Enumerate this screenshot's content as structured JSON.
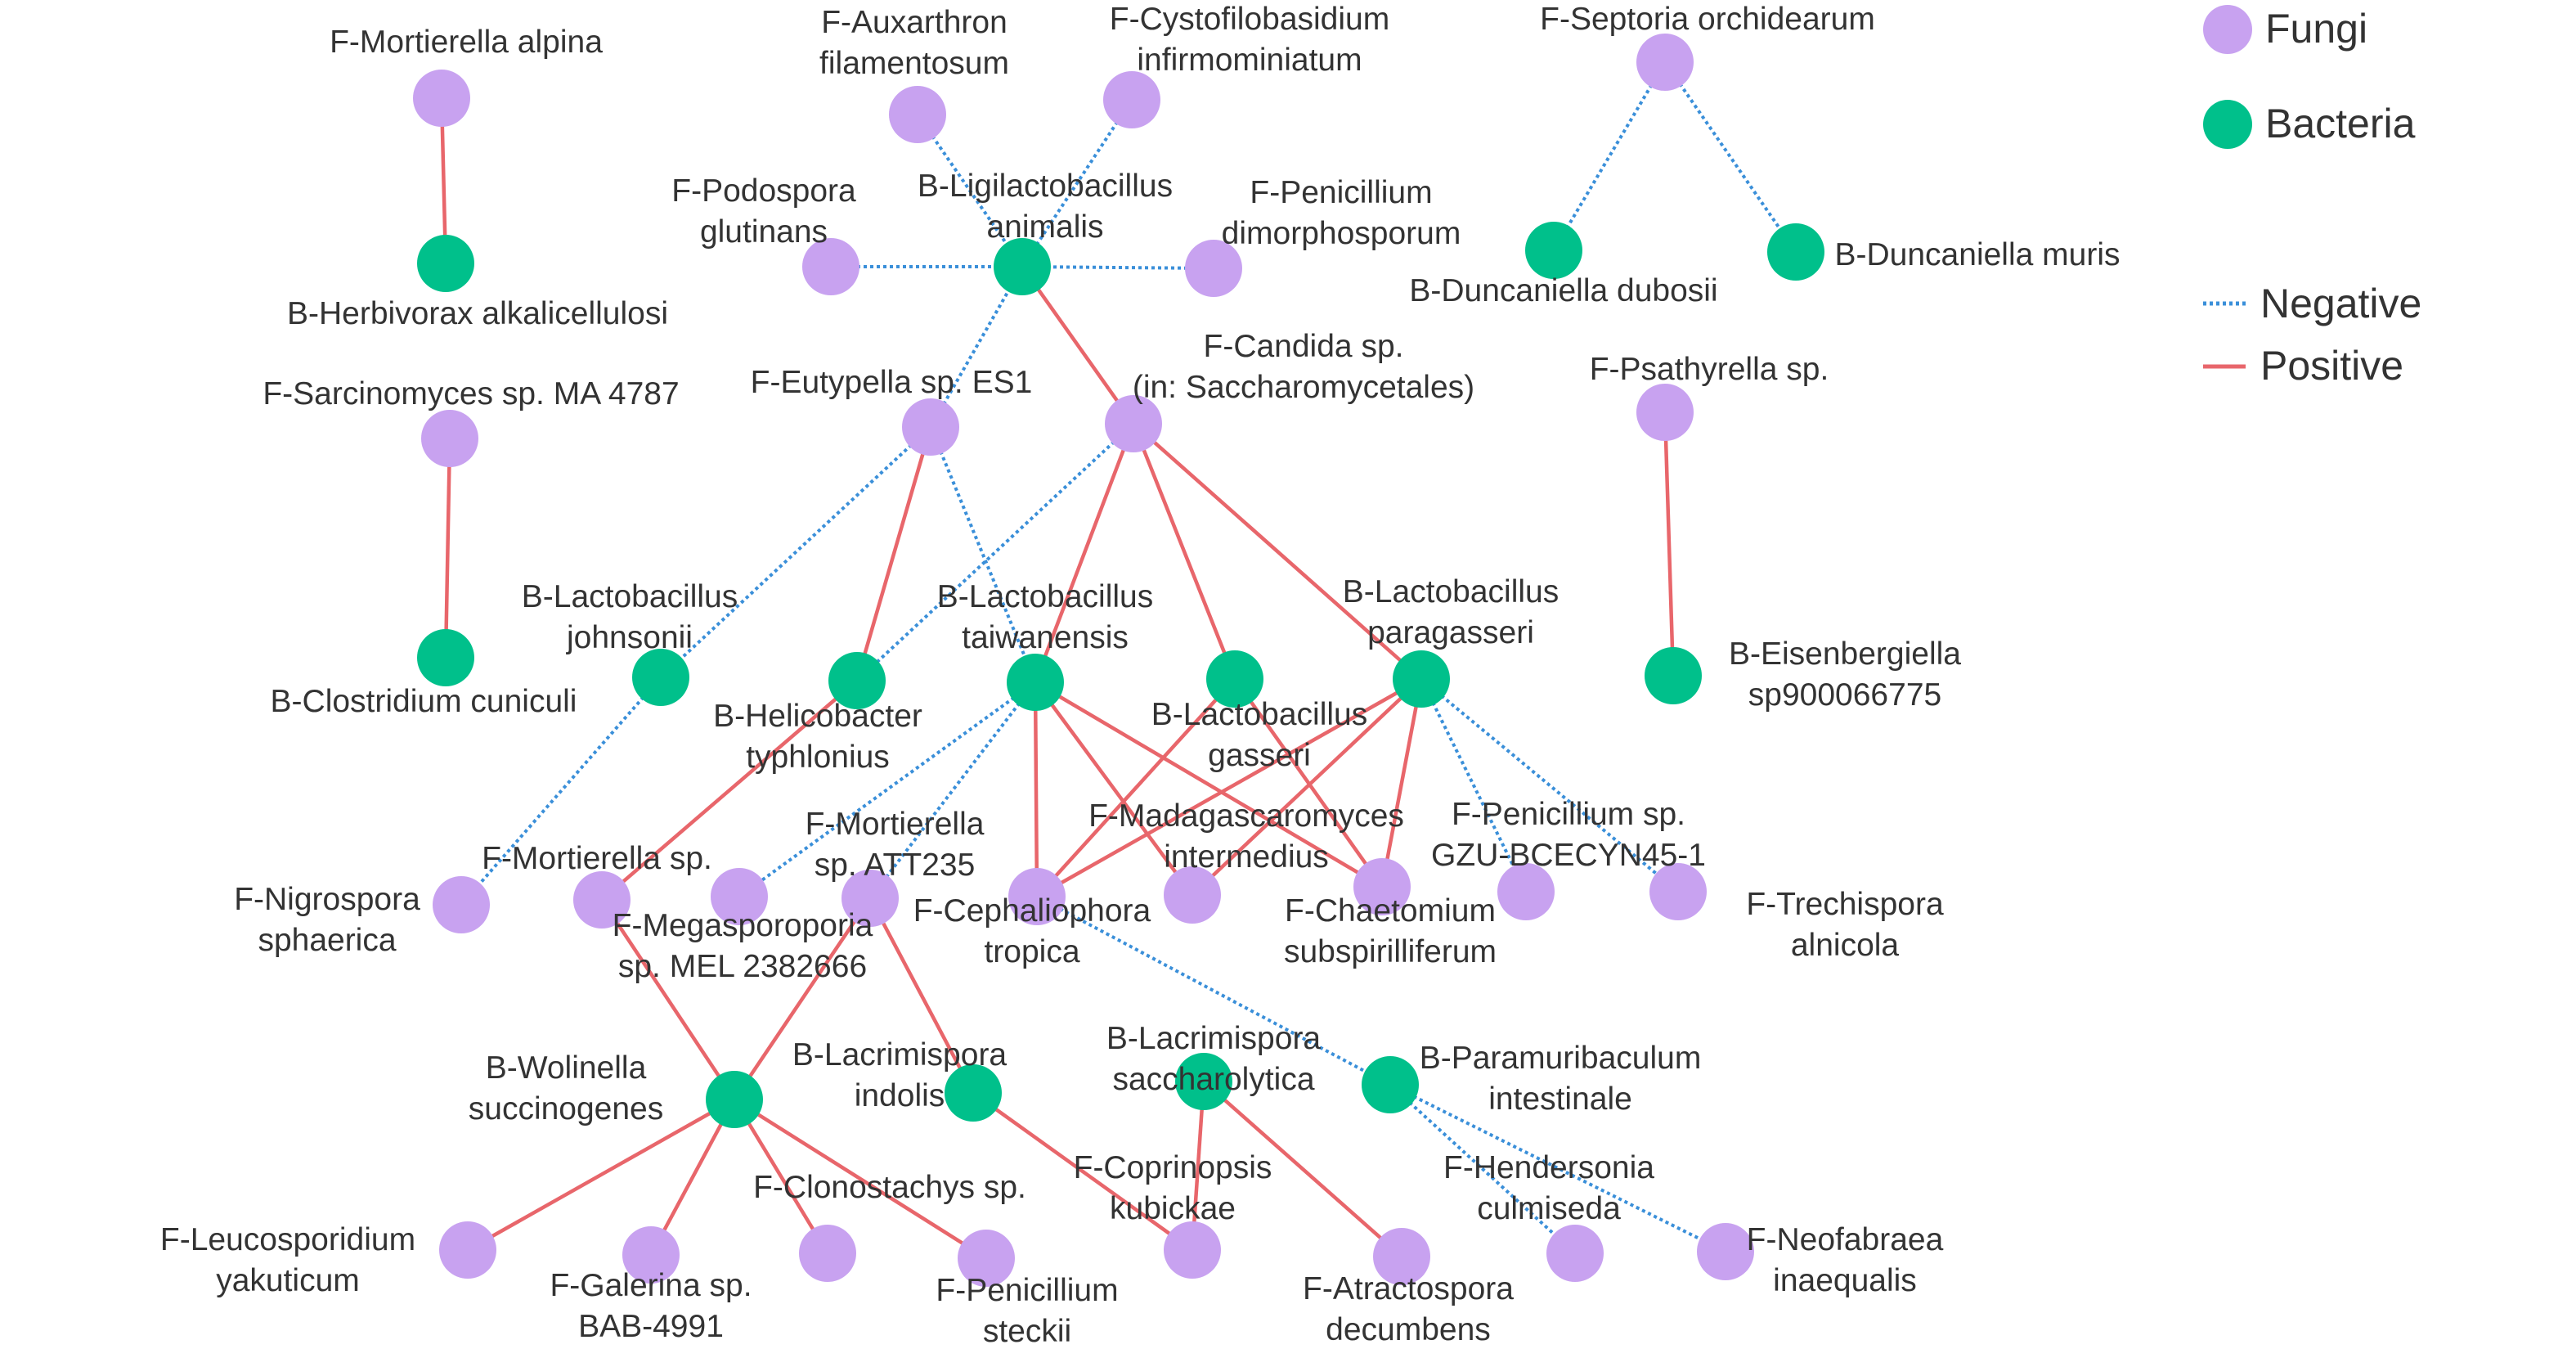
{
  "legend": {
    "fungi": "Fungi",
    "bacteria": "Bacteria",
    "negative": "Negative",
    "positive": "Positive"
  },
  "colors": {
    "fungi": "#c8a2f0",
    "bacteria": "#00c08b",
    "negative": "#3a8fd9",
    "positive": "#e8666b",
    "text": "#333333"
  },
  "nodes": [
    {
      "id": "f_mortierella_alpina",
      "kind": "fungi",
      "label": [
        "F-Mortierella alpina"
      ]
    },
    {
      "id": "b_herbivorax",
      "kind": "bacteria",
      "label": [
        "B-Herbivorax alkalicellulosi"
      ]
    },
    {
      "id": "f_auxarthron",
      "kind": "fungi",
      "label": [
        "F-Auxarthron",
        "filamentosum"
      ]
    },
    {
      "id": "f_cystofilobasidium",
      "kind": "fungi",
      "label": [
        "F-Cystofilobasidium",
        "infirmominiatum"
      ]
    },
    {
      "id": "f_podospora",
      "kind": "fungi",
      "label": [
        "F-Podospora",
        "glutinans"
      ]
    },
    {
      "id": "b_ligilactobacillus",
      "kind": "bacteria",
      "label": [
        "B-Ligilactobacillus",
        "animalis"
      ]
    },
    {
      "id": "f_penicillium_dimorpho",
      "kind": "fungi",
      "label": [
        "F-Penicillium",
        "dimorphosporum"
      ]
    },
    {
      "id": "f_septoria",
      "kind": "fungi",
      "label": [
        "F-Septoria orchidearum"
      ]
    },
    {
      "id": "b_duncaniella_dubosii",
      "kind": "bacteria",
      "label": [
        "B-Duncaniella dubosii"
      ]
    },
    {
      "id": "b_duncaniella_muris",
      "kind": "bacteria",
      "label": [
        "B-Duncaniella muris"
      ]
    },
    {
      "id": "f_sarcinomyces",
      "kind": "fungi",
      "label": [
        "F-Sarcinomyces sp. MA 4787"
      ]
    },
    {
      "id": "b_clostridium",
      "kind": "bacteria",
      "label": [
        "B-Clostridium cuniculi"
      ]
    },
    {
      "id": "f_eutypella",
      "kind": "fungi",
      "label": [
        "F-Eutypella sp. ES1"
      ]
    },
    {
      "id": "f_candida",
      "kind": "fungi",
      "label": [
        "F-Candida sp.",
        "(in: Saccharomycetales)"
      ]
    },
    {
      "id": "f_psathyrella",
      "kind": "fungi",
      "label": [
        "F-Psathyrella sp."
      ]
    },
    {
      "id": "b_eisenbergiella",
      "kind": "bacteria",
      "label": [
        "B-Eisenbergiella",
        "sp900066775"
      ]
    },
    {
      "id": "b_lacto_johnsonii",
      "kind": "bacteria",
      "label": [
        "B-Lactobacillus",
        "johnsonii"
      ]
    },
    {
      "id": "b_helicobacter",
      "kind": "bacteria",
      "label": [
        "B-Helicobacter",
        "typhlonius"
      ]
    },
    {
      "id": "b_lacto_taiwanensis",
      "kind": "bacteria",
      "label": [
        "B-Lactobacillus",
        "taiwanensis"
      ]
    },
    {
      "id": "b_lacto_gasseri",
      "kind": "bacteria",
      "label": [
        "B-Lactobacillus",
        "gasseri"
      ]
    },
    {
      "id": "b_lacto_paragasseri",
      "kind": "bacteria",
      "label": [
        "B-Lactobacillus",
        "paragasseri"
      ]
    },
    {
      "id": "f_nigrospora",
      "kind": "fungi",
      "label": [
        "F-Nigrospora",
        "sphaerica"
      ]
    },
    {
      "id": "f_mortierella_sp",
      "kind": "fungi",
      "label": [
        "F-Mortierella sp."
      ]
    },
    {
      "id": "f_megasporoporia",
      "kind": "fungi",
      "label": [
        "F-Megasporoporia",
        "sp. MEL 2382666"
      ]
    },
    {
      "id": "f_mortierella_att235",
      "kind": "fungi",
      "label": [
        "F-Mortierella",
        "sp. ATT235"
      ]
    },
    {
      "id": "f_cephaliophora",
      "kind": "fungi",
      "label": [
        "F-Cephaliophora",
        "tropica"
      ]
    },
    {
      "id": "f_madagascaromyces",
      "kind": "fungi",
      "label": [
        "F-Madagascaromyces",
        "intermedius"
      ]
    },
    {
      "id": "f_chaetomium",
      "kind": "fungi",
      "label": [
        "F-Chaetomium",
        "subspirilliferum"
      ]
    },
    {
      "id": "f_penicillium_gzu",
      "kind": "fungi",
      "label": [
        "F-Penicillium sp.",
        "GZU-BCECYN45-1"
      ]
    },
    {
      "id": "f_trechispora",
      "kind": "fungi",
      "label": [
        "F-Trechispora",
        "alnicola"
      ]
    },
    {
      "id": "b_wolinella",
      "kind": "bacteria",
      "label": [
        "B-Wolinella",
        "succinogenes"
      ]
    },
    {
      "id": "b_lacrimispora_indolis",
      "kind": "bacteria",
      "label": [
        "B-Lacrimispora",
        "indolis"
      ]
    },
    {
      "id": "b_lacrimispora_sacch",
      "kind": "bacteria",
      "label": [
        "B-Lacrimispora",
        "saccharolytica"
      ]
    },
    {
      "id": "b_paramuribaculum",
      "kind": "bacteria",
      "label": [
        "B-Paramuribaculum",
        "intestinale"
      ]
    },
    {
      "id": "f_leucosporidium",
      "kind": "fungi",
      "label": [
        "F-Leucosporidium",
        "yakuticum"
      ]
    },
    {
      "id": "f_galerina",
      "kind": "fungi",
      "label": [
        "F-Galerina sp.",
        "BAB-4991"
      ]
    },
    {
      "id": "f_clonostachys",
      "kind": "fungi",
      "label": [
        "F-Clonostachys sp."
      ]
    },
    {
      "id": "f_penicillium_steckii",
      "kind": "fungi",
      "label": [
        "F-Penicillium",
        "steckii"
      ]
    },
    {
      "id": "f_coprinopsis",
      "kind": "fungi",
      "label": [
        "F-Coprinopsis",
        "kubickae"
      ]
    },
    {
      "id": "f_atractospora",
      "kind": "fungi",
      "label": [
        "F-Atractospora",
        "decumbens"
      ]
    },
    {
      "id": "f_hendersonia",
      "kind": "fungi",
      "label": [
        "F-Hendersonia",
        "culmiseda"
      ]
    },
    {
      "id": "f_neofabraea",
      "kind": "fungi",
      "label": [
        "F-Neofabraea",
        "inaequalis"
      ]
    }
  ],
  "edges": [
    {
      "source": "f_mortierella_alpina",
      "target": "b_herbivorax",
      "sign": "positive"
    },
    {
      "source": "f_auxarthron",
      "target": "b_ligilactobacillus",
      "sign": "negative"
    },
    {
      "source": "f_cystofilobasidium",
      "target": "b_ligilactobacillus",
      "sign": "negative"
    },
    {
      "source": "f_podospora",
      "target": "b_ligilactobacillus",
      "sign": "negative"
    },
    {
      "source": "f_penicillium_dimorpho",
      "target": "b_ligilactobacillus",
      "sign": "negative"
    },
    {
      "source": "f_eutypella",
      "target": "b_ligilactobacillus",
      "sign": "negative"
    },
    {
      "source": "f_candida",
      "target": "b_ligilactobacillus",
      "sign": "positive"
    },
    {
      "source": "f_septoria",
      "target": "b_duncaniella_dubosii",
      "sign": "negative"
    },
    {
      "source": "f_septoria",
      "target": "b_duncaniella_muris",
      "sign": "negative"
    },
    {
      "source": "f_sarcinomyces",
      "target": "b_clostridium",
      "sign": "positive"
    },
    {
      "source": "f_psathyrella",
      "target": "b_eisenbergiella",
      "sign": "positive"
    },
    {
      "source": "f_eutypella",
      "target": "b_helicobacter",
      "sign": "positive"
    },
    {
      "source": "f_eutypella",
      "target": "b_lacto_taiwanensis",
      "sign": "negative"
    },
    {
      "source": "f_eutypella",
      "target": "b_lacto_johnsonii",
      "sign": "negative"
    },
    {
      "source": "f_candida",
      "target": "b_helicobacter",
      "sign": "negative"
    },
    {
      "source": "f_candida",
      "target": "b_lacto_taiwanensis",
      "sign": "positive"
    },
    {
      "source": "f_candida",
      "target": "b_lacto_gasseri",
      "sign": "positive"
    },
    {
      "source": "f_candida",
      "target": "b_lacto_paragasseri",
      "sign": "positive"
    },
    {
      "source": "b_lacto_johnsonii",
      "target": "f_nigrospora",
      "sign": "negative"
    },
    {
      "source": "b_helicobacter",
      "target": "f_mortierella_sp",
      "sign": "positive"
    },
    {
      "source": "b_lacto_taiwanensis",
      "target": "f_megasporoporia",
      "sign": "negative"
    },
    {
      "source": "b_lacto_taiwanensis",
      "target": "f_mortierella_att235",
      "sign": "negative"
    },
    {
      "source": "b_lacto_taiwanensis",
      "target": "f_cephaliophora",
      "sign": "positive"
    },
    {
      "source": "b_lacto_taiwanensis",
      "target": "f_madagascaromyces",
      "sign": "positive"
    },
    {
      "source": "b_lacto_taiwanensis",
      "target": "f_chaetomium",
      "sign": "positive"
    },
    {
      "source": "b_lacto_gasseri",
      "target": "f_cephaliophora",
      "sign": "positive"
    },
    {
      "source": "b_lacto_gasseri",
      "target": "f_chaetomium",
      "sign": "positive"
    },
    {
      "source": "b_lacto_paragasseri",
      "target": "f_cephaliophora",
      "sign": "positive"
    },
    {
      "source": "b_lacto_paragasseri",
      "target": "f_madagascaromyces",
      "sign": "positive"
    },
    {
      "source": "b_lacto_paragasseri",
      "target": "f_chaetomium",
      "sign": "positive"
    },
    {
      "source": "b_lacto_paragasseri",
      "target": "f_penicillium_gzu",
      "sign": "negative"
    },
    {
      "source": "b_lacto_paragasseri",
      "target": "f_trechispora",
      "sign": "negative"
    },
    {
      "source": "f_mortierella_sp",
      "target": "b_wolinella",
      "sign": "positive"
    },
    {
      "source": "f_mortierella_att235",
      "target": "b_wolinella",
      "sign": "positive"
    },
    {
      "source": "f_mortierella_att235",
      "target": "b_lacrimispora_indolis",
      "sign": "positive"
    },
    {
      "source": "f_cephaliophora",
      "target": "b_paramuribaculum",
      "sign": "negative"
    },
    {
      "source": "b_wolinella",
      "target": "f_leucosporidium",
      "sign": "positive"
    },
    {
      "source": "b_wolinella",
      "target": "f_galerina",
      "sign": "positive"
    },
    {
      "source": "b_wolinella",
      "target": "f_clonostachys",
      "sign": "positive"
    },
    {
      "source": "b_wolinella",
      "target": "f_penicillium_steckii",
      "sign": "positive"
    },
    {
      "source": "b_lacrimispora_indolis",
      "target": "f_coprinopsis",
      "sign": "positive"
    },
    {
      "source": "b_lacrimispora_sacch",
      "target": "f_coprinopsis",
      "sign": "positive"
    },
    {
      "source": "b_lacrimispora_sacch",
      "target": "f_atractospora",
      "sign": "positive"
    },
    {
      "source": "b_paramuribaculum",
      "target": "f_hendersonia",
      "sign": "negative"
    },
    {
      "source": "b_paramuribaculum",
      "target": "f_neofabraea",
      "sign": "negative"
    }
  ]
}
